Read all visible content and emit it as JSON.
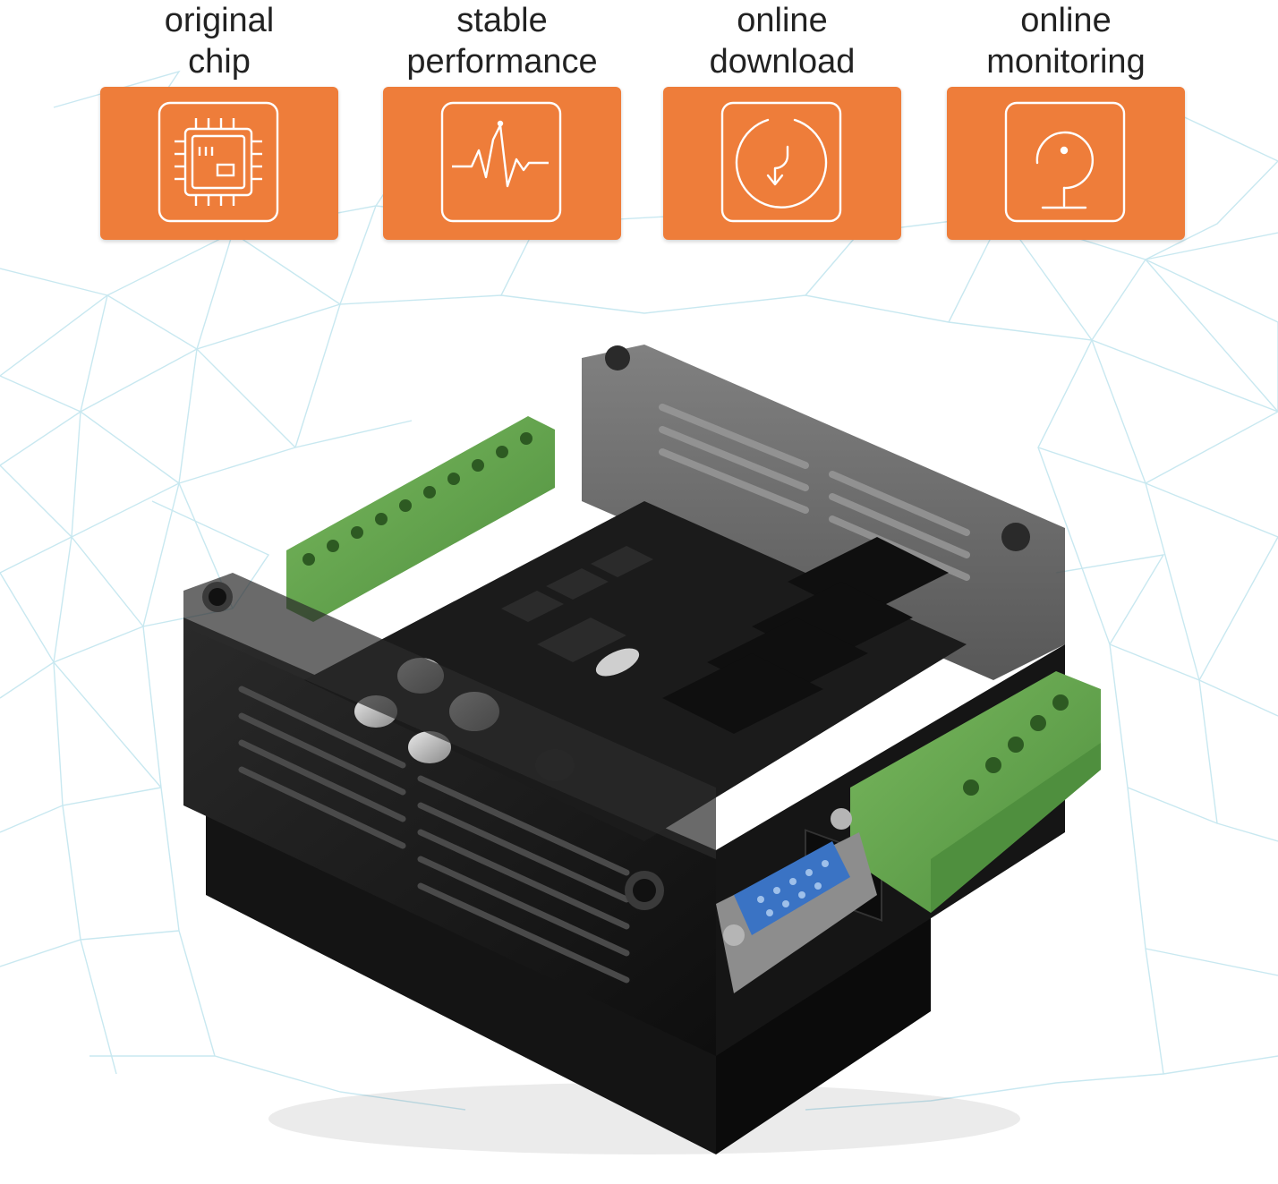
{
  "features": [
    {
      "label": "original\nchip",
      "icon": "chip-icon"
    },
    {
      "label": "stable\nperformance",
      "icon": "pulse-wave-icon"
    },
    {
      "label": "online\ndownload",
      "icon": "download-arrow-icon"
    },
    {
      "label": "online\nmonitoring",
      "icon": "monitor-stand-icon"
    }
  ],
  "colors": {
    "tile": "#ee7d3a",
    "tile_icon_stroke": "#ffffff",
    "network_lines": "#b8e2ec",
    "terminal_green": "#5aa046",
    "case_dark": "#1c1c1c",
    "serial_port_blue": "#3a73c4"
  },
  "product": {
    "name": "plc-controller-board"
  }
}
